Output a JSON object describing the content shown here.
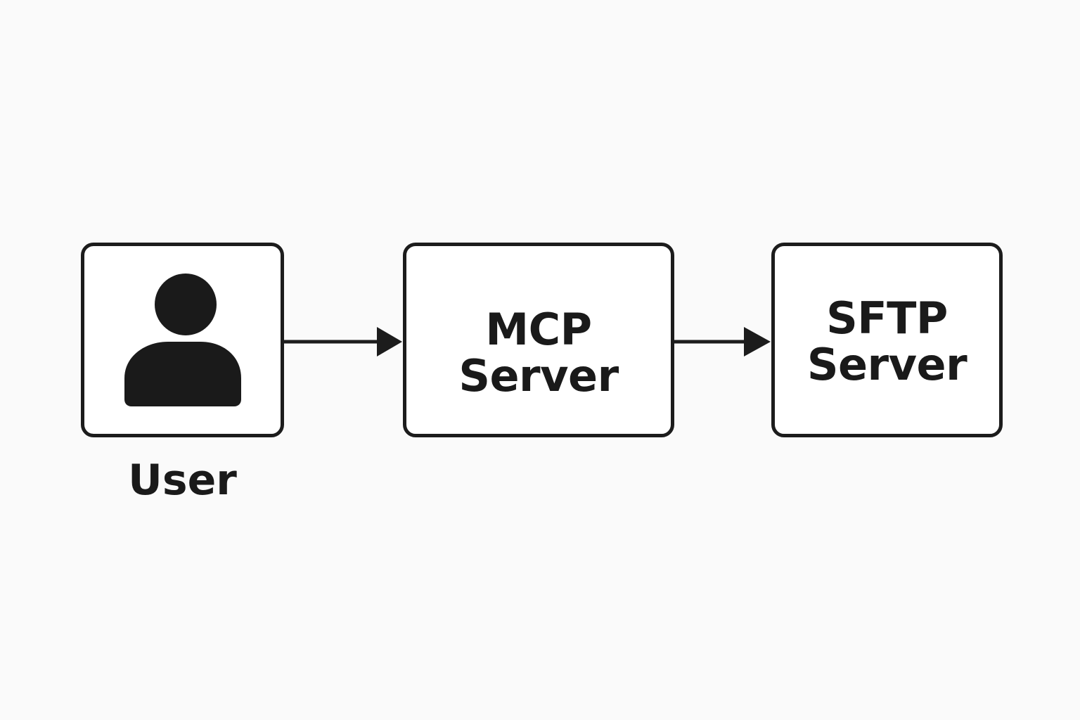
{
  "nodes": {
    "user": {
      "caption": "User",
      "icon": "user-icon"
    },
    "mcp": {
      "line1": "MCP",
      "line2": "Server"
    },
    "sftp": {
      "line1": "SFTP",
      "line2": "Server"
    }
  },
  "edges": [
    {
      "from": "user",
      "to": "mcp"
    },
    {
      "from": "mcp",
      "to": "sftp"
    }
  ],
  "colors": {
    "stroke": "#1c1c1c",
    "background": "#fafafa",
    "box_fill": "#ffffff"
  }
}
